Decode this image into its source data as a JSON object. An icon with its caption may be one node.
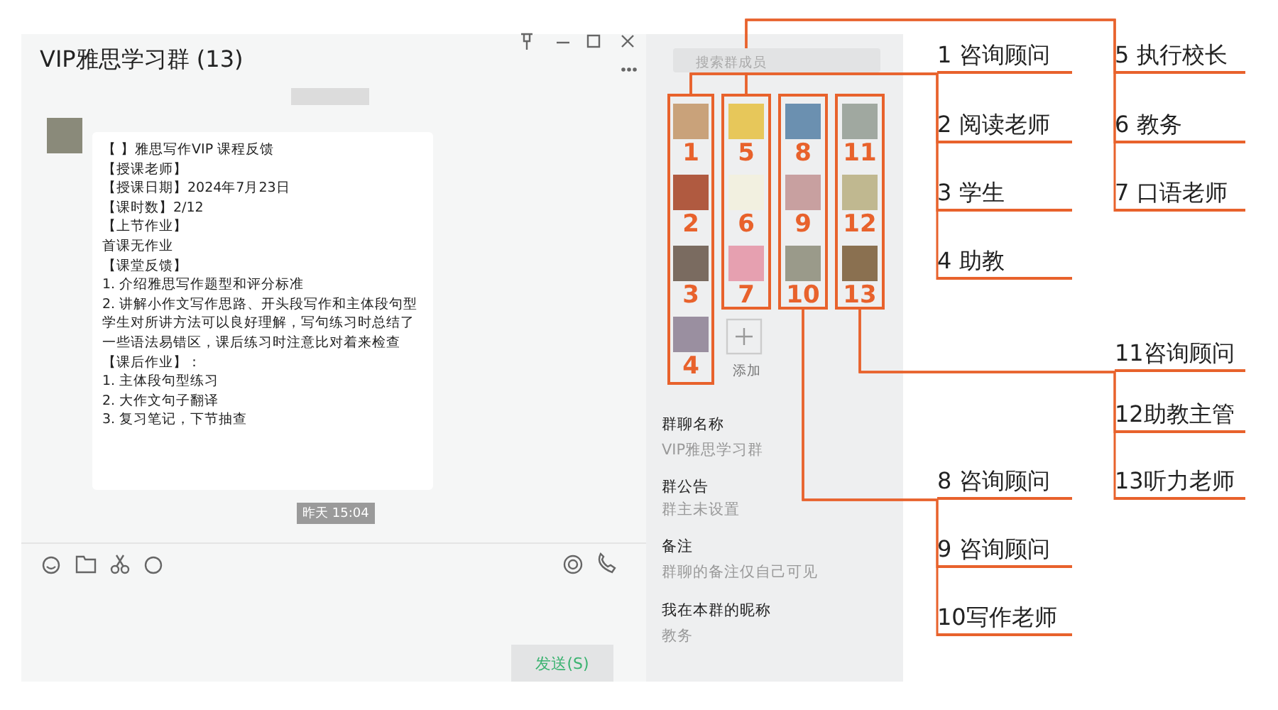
{
  "diagram": {
    "nodes": [
      {
        "text": [
          "1",
          "2",
          "3",
          "4"
        ]
      },
      {
        "text": [
          "5",
          "6",
          "7"
        ]
      },
      {
        "text": [
          "8",
          "9",
          "10"
        ]
      },
      {
        "text": [
          "11",
          "12",
          "13"
        ]
      },
      {
        "text": [
          "1 咨询顾问"
        ]
      },
      {
        "text": [
          "2 阅读老师"
        ]
      },
      {
        "text": [
          "3 学生"
        ]
      },
      {
        "text": [
          "4 助教"
        ]
      },
      {
        "text": [
          "5 执行校长"
        ]
      },
      {
        "text": [
          "6 教务"
        ]
      },
      {
        "text": [
          "7 口语老师"
        ]
      },
      {
        "text": [
          "8 咨询顾问"
        ]
      },
      {
        "text": [
          "9 咨询顾问"
        ]
      },
      {
        "text": [
          "10写作老师"
        ]
      },
      {
        "text": [
          "11咨询顾问"
        ]
      },
      {
        "text": [
          "12助教主管"
        ]
      },
      {
        "text": [
          "13听力老师"
        ]
      }
    ],
    "edges": [
      {
        "from": 0,
        "to": 4,
        "arrow": "none"
      },
      {
        "from": 0,
        "to": 5,
        "arrow": "none"
      },
      {
        "from": 0,
        "to": 6,
        "arrow": "none"
      },
      {
        "from": 0,
        "to": 7,
        "arrow": "none"
      },
      {
        "from": 1,
        "to": 8,
        "arrow": "none"
      },
      {
        "from": 1,
        "to": 9,
        "arrow": "none"
      },
      {
        "from": 1,
        "to": 10,
        "arrow": "none"
      },
      {
        "from": 2,
        "to": 11,
        "arrow": "none"
      },
      {
        "from": 2,
        "to": 12,
        "arrow": "none"
      },
      {
        "from": 2,
        "to": 13,
        "arrow": "none"
      },
      {
        "from": 3,
        "to": 14,
        "arrow": "none"
      },
      {
        "from": 3,
        "to": 15,
        "arrow": "none"
      },
      {
        "from": 3,
        "to": 16,
        "arrow": "none"
      }
    ],
    "labels": [
      "VIP雅思学习群 (13)",
      "【 】雅思写作VIP 课程反馈",
      "【授课老师】",
      "【授课日期】2024年7月23日",
      "【课时数】2/12",
      "【上节作业】",
      "首课无作业",
      "【课堂反馈】",
      "1. 介绍雅思写作题型和评分标准",
      "2. 讲解小作文写作思路、开头段写作和主体段句型",
      "学生对所讲方法可以良好理解，写句练习时总结了一些语法易错区，课后练习时注意比对着来检查",
      "【课后作业】：",
      "1. 主体段句型练习",
      "2. 大作文句子翻译",
      "3. 复习笔记，下节抽查",
      "昨天 15:04",
      "搜索群成员",
      "添加",
      "群聊名称",
      "VIP雅思学习群",
      "群公告",
      "群主未设置",
      "备注",
      "群聊的备注仅自己可见",
      "我在本群的昵称",
      "教务",
      "发送(S)"
    ]
  }
}
